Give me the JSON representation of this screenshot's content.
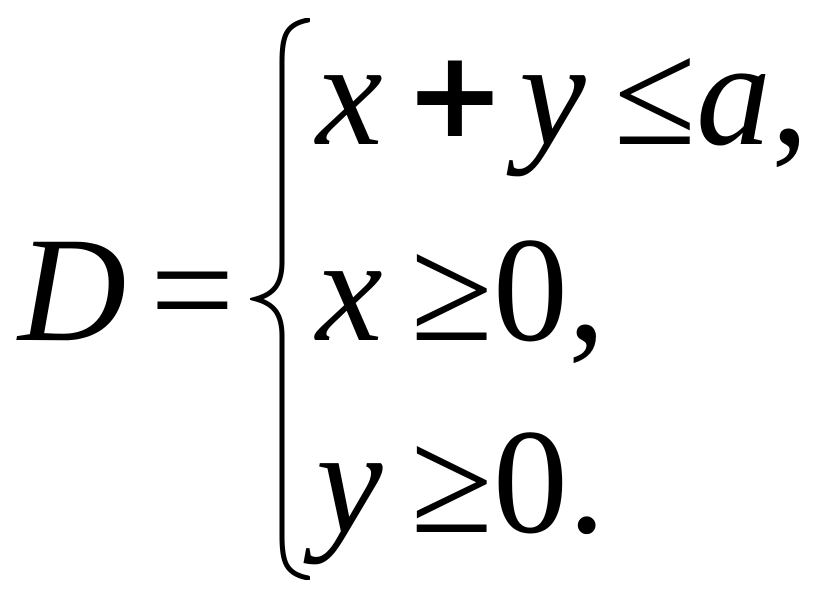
{
  "formula": {
    "lhs_symbol": "D",
    "equals": "=",
    "rows": [
      {
        "parts": [
          "x",
          "+",
          "y",
          "≤",
          "a",
          ","
        ]
      },
      {
        "parts": [
          "x",
          "≥",
          "0",
          ","
        ]
      },
      {
        "parts": [
          "y",
          "≥",
          "0",
          "."
        ]
      }
    ]
  }
}
